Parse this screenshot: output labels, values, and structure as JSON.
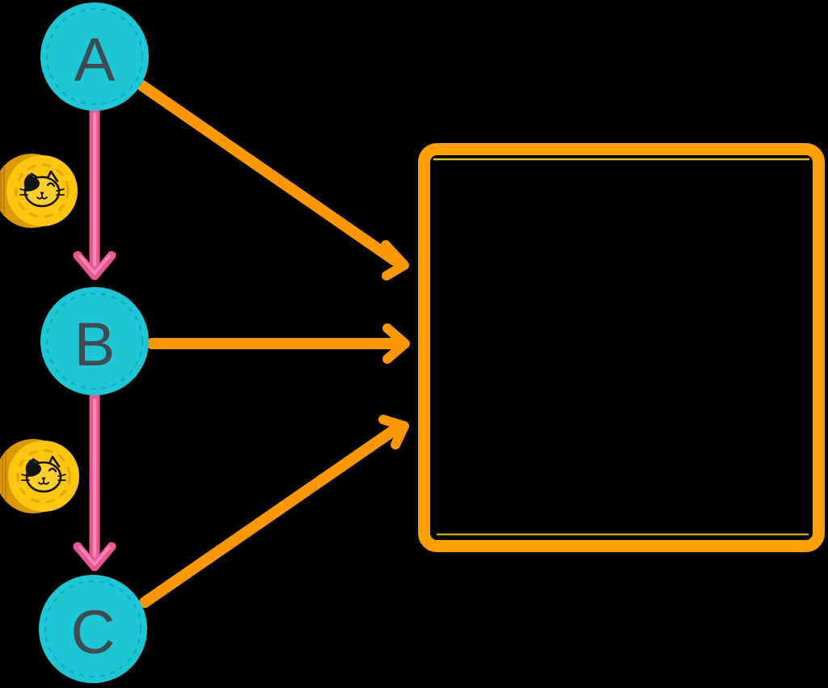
{
  "diagram": {
    "nodes": [
      {
        "id": "A",
        "label": "A"
      },
      {
        "id": "B",
        "label": "B"
      },
      {
        "id": "C",
        "label": "C"
      }
    ],
    "edges": [
      {
        "from": "A",
        "to": "B",
        "color": "pink",
        "icon": "cat-coin-icon"
      },
      {
        "from": "B",
        "to": "C",
        "color": "pink",
        "icon": "cat-coin-icon"
      },
      {
        "from": "A",
        "to": "box",
        "color": "orange"
      },
      {
        "from": "B",
        "to": "box",
        "color": "orange"
      },
      {
        "from": "C",
        "to": "box",
        "color": "orange"
      }
    ],
    "icons": [
      {
        "name": "cat-coin-icon",
        "count": 2
      }
    ]
  },
  "colors": {
    "background": "#000000",
    "node_fill": "#1EC7D6",
    "node_ring": "#0AAEC2",
    "node_label": "#3E4B52",
    "edge_pink": "#EB5592",
    "edge_pink_highlight": "#F98AB8",
    "edge_orange": "#FB9703",
    "box_border": "#FE9F06",
    "box_inner_line": "#FFE32A",
    "coin_face": "#FFC60F",
    "coin_side": "#DE9908",
    "coin_ridge": "#C48306",
    "coin_ring": "#E8AA02",
    "cat_line": "#141414",
    "cat_head_fill": "#FFCF2E"
  }
}
